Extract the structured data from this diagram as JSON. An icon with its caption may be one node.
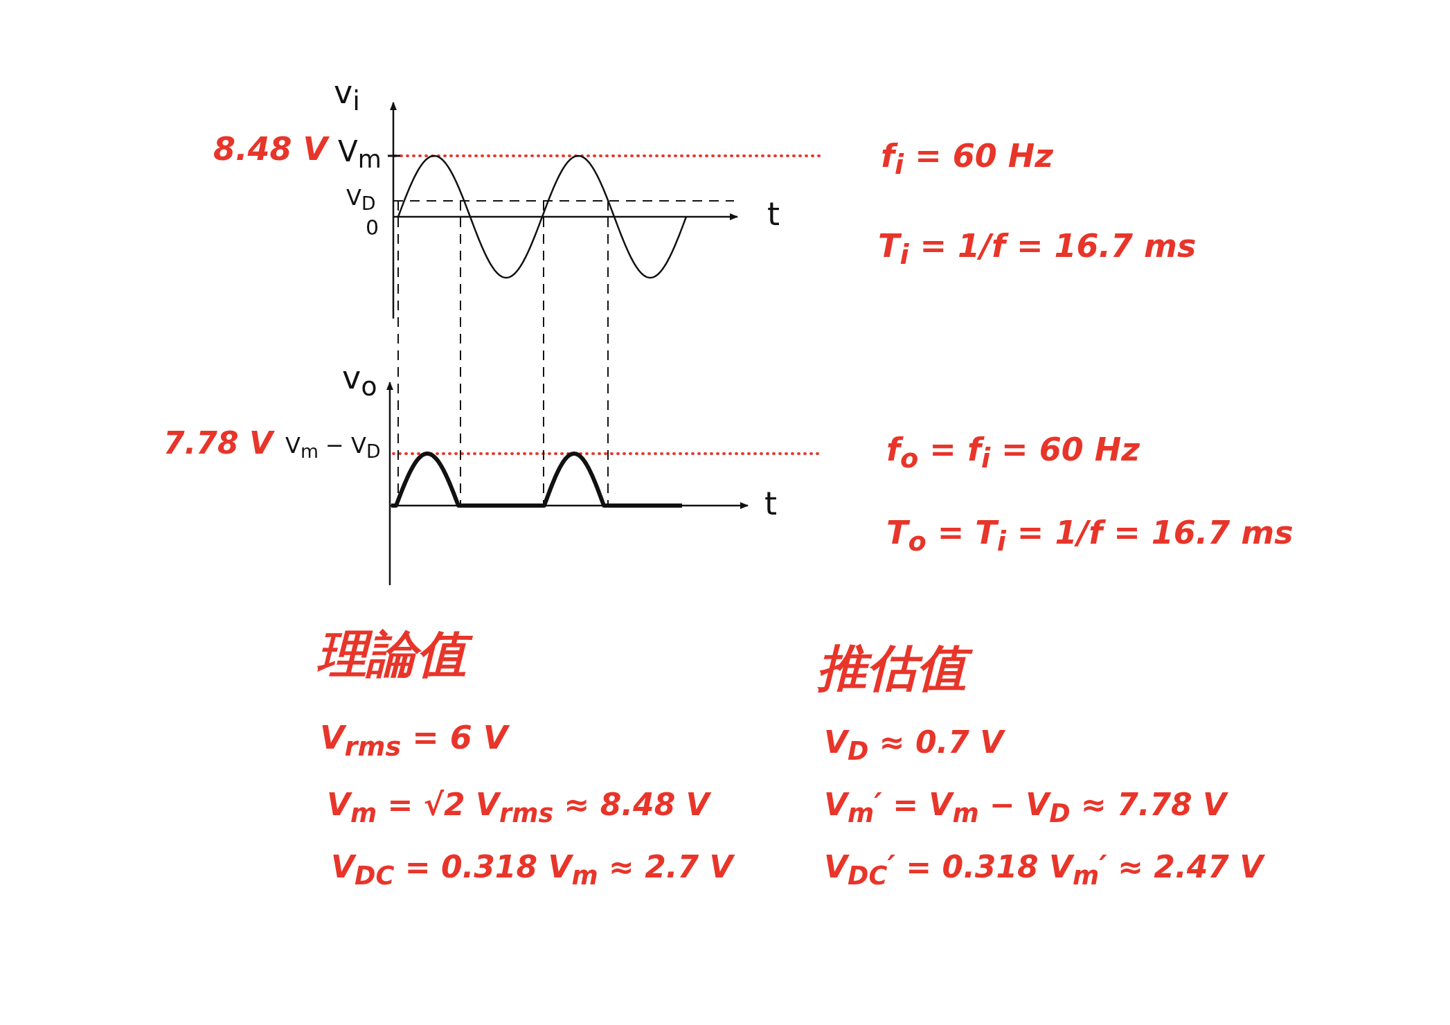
{
  "diagram": {
    "labels": [
      "v$_{i}$",
      "8.48 V",
      "V$_{m}$",
      "f$_{i}$ = 60 Hz",
      "V$_{D}$",
      "0",
      "t",
      "T$_{i}$ = 1/f = 16.7 ms",
      "v$_{o}$",
      "7.78 V",
      "V$_{m}$ − V$_{D}$",
      "f$_{o}$ = f$_{i}$ = 60 Hz",
      "t",
      "T$_{o}$ = T$_{i}$ = 1/f = 16.7 ms",
      "理論值",
      "推估值",
      "V$_{rms}$ = 6 V",
      "V$_{D}$ ≈ 0.7 V",
      "V$_{m}$ = √2 V$_{rms}$ ≈ 8.48 V",
      "V$_{m}$′ = V$_{m}$ − V$_{D}$ ≈ 7.78 V",
      "V$_{DC}$ = 0.318 V$_{m}$ ≈ 2.7 V",
      "V$_{DC}$′ = 0.318 V$_{m}$′ ≈ 2.47 V"
    ]
  }
}
